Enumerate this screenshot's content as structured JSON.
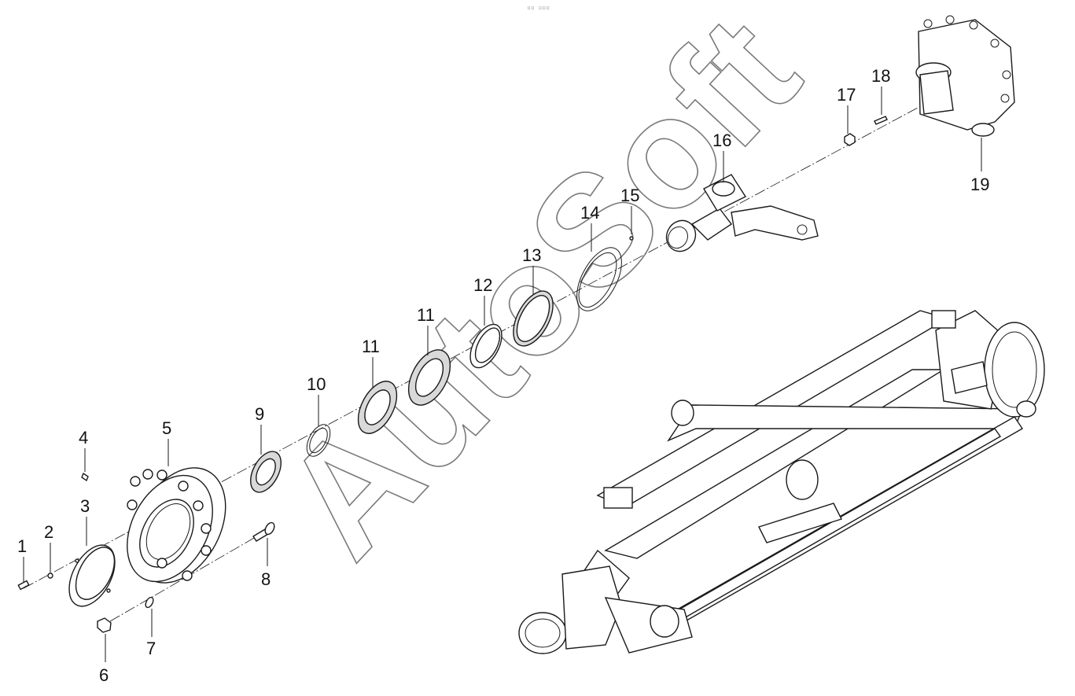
{
  "diagram": {
    "watermark": "AutoSoft",
    "top_mark": "▫▫ ▫▫▫",
    "callouts": [
      "1",
      "2",
      "3",
      "4",
      "5",
      "6",
      "7",
      "8",
      "9",
      "10",
      "11",
      "11",
      "12",
      "13",
      "14",
      "15",
      "16",
      "17",
      "18",
      "19"
    ]
  },
  "colors": {
    "line": "#1a1a1a",
    "background": "#ffffff",
    "watermark": "#7a7a7a"
  }
}
